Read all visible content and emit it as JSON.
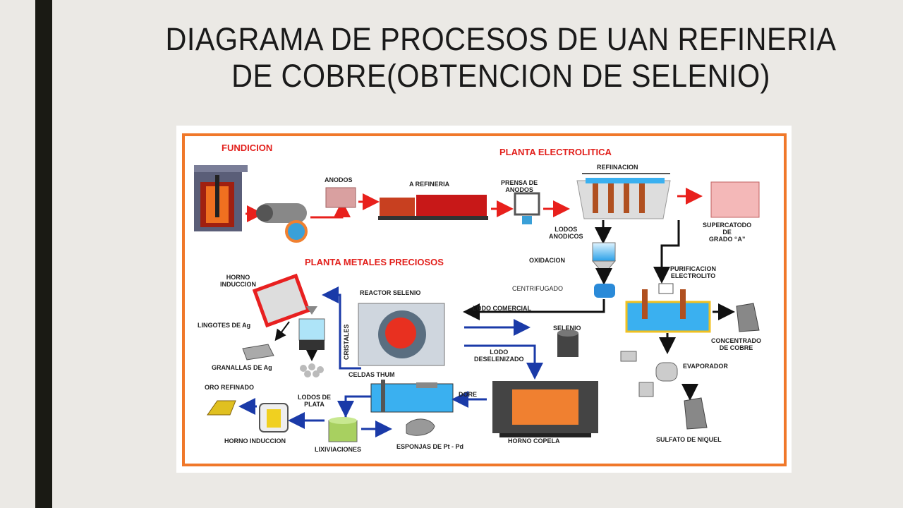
{
  "slide": {
    "title_line1": "DIAGRAMA DE PROCESOS DE UAN REFINERIA",
    "title_line2": "DE COBRE(OBTENCION DE SELENIO)"
  },
  "sections": {
    "fundicion": "FUNDICION",
    "planta_electrolitica": "PLANTA ELECTROLITICA",
    "planta_metales": "PLANTA METALES PRECIOSOS"
  },
  "labels": {
    "anodos": "ANODOS",
    "a_refineria": "A  REFINERIA",
    "prensa_l1": "PRENSA DE",
    "prensa_l2": "ANODOS",
    "refinacion": "REFIINACION",
    "supercatodo_l1": "SUPERCATODO",
    "supercatodo_l2": "DE",
    "supercatodo_l3": "GRADO “A”",
    "lodos_anod_l1": "LODOS",
    "lodos_anod_l2": "ANODICOS",
    "oxidacion": "OXIDACION",
    "centrifugado": "CENTRIFUGADO",
    "purificacion_l1": "PURIFICACION",
    "purificacion_l2": "ELECTROLITO",
    "horno_ind_l1": "HORNO",
    "horno_ind_l2": "INDUCCION",
    "reactor_selenio": "REACTOR SELENIO",
    "lodo_comercial": "LODO COMERCIAL",
    "selenio": "SELENIO",
    "lingotes": "LINGOTES DE Ag",
    "cristales": "CRISTALES",
    "lodo_desel_l1": "LODO",
    "lodo_desel_l2": "DESELENIZADO",
    "concentrado_l1": "CONCENTRADO",
    "concentrado_l2": "DE COBRE",
    "granallas": "GRANALLAS DE  Ag",
    "celdas_thum": "CELDAS THUM",
    "evaporador": "EVAPORADOR",
    "oro_refinado": "ORO REFINADO",
    "lodos_plata_l1": "LODOS DE",
    "lodos_plata_l2": "PLATA",
    "dore": "DORE",
    "horno_induccion_bottom": "HORNO INDUCCION",
    "lixiviaciones": "LIXIVIACIONES",
    "esponjas": "ESPONJAS DE  Pt - Pd",
    "horno_copela": "HORNO COPELA",
    "sulfato_niquel": "SULFATO DE NIQUEL"
  },
  "colors": {
    "frame": "#f0782a",
    "section_text": "#e2201c",
    "red_arrow": "#e8201c",
    "blue_arrow": "#1a3aa8",
    "black_arrow": "#111111"
  }
}
